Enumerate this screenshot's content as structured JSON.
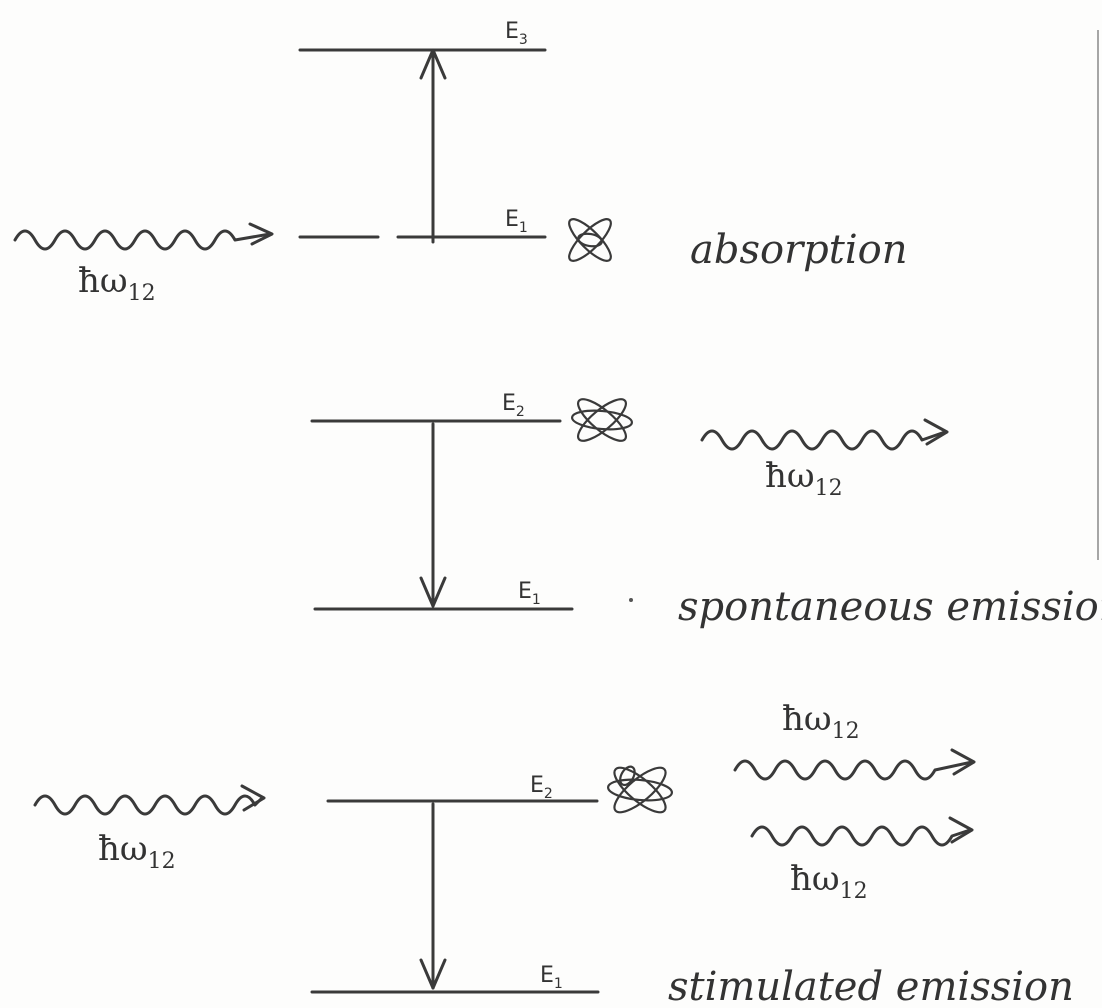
{
  "panels": [
    {
      "process_label": "absorption",
      "upper_level": {
        "name": "E",
        "subscript": "3"
      },
      "lower_level": {
        "name": "E",
        "subscript": "1"
      },
      "photon_in": {
        "symbol": "ħω",
        "subscript": "12"
      }
    },
    {
      "process_label": "spontaneous emission",
      "upper_level": {
        "name": "E",
        "subscript": "2"
      },
      "lower_level": {
        "name": "E",
        "subscript": "1"
      },
      "photon_out": {
        "symbol": "ħω",
        "subscript": "12"
      }
    },
    {
      "process_label": "stimulated emission",
      "upper_level": {
        "name": "E",
        "subscript": "2"
      },
      "lower_level": {
        "name": "E",
        "subscript": "1"
      },
      "photon_in": {
        "symbol": "ħω",
        "subscript": "12"
      },
      "photons_out": [
        {
          "symbol": "ħω",
          "subscript": "12"
        },
        {
          "symbol": "ħω",
          "subscript": "12"
        }
      ]
    }
  ]
}
